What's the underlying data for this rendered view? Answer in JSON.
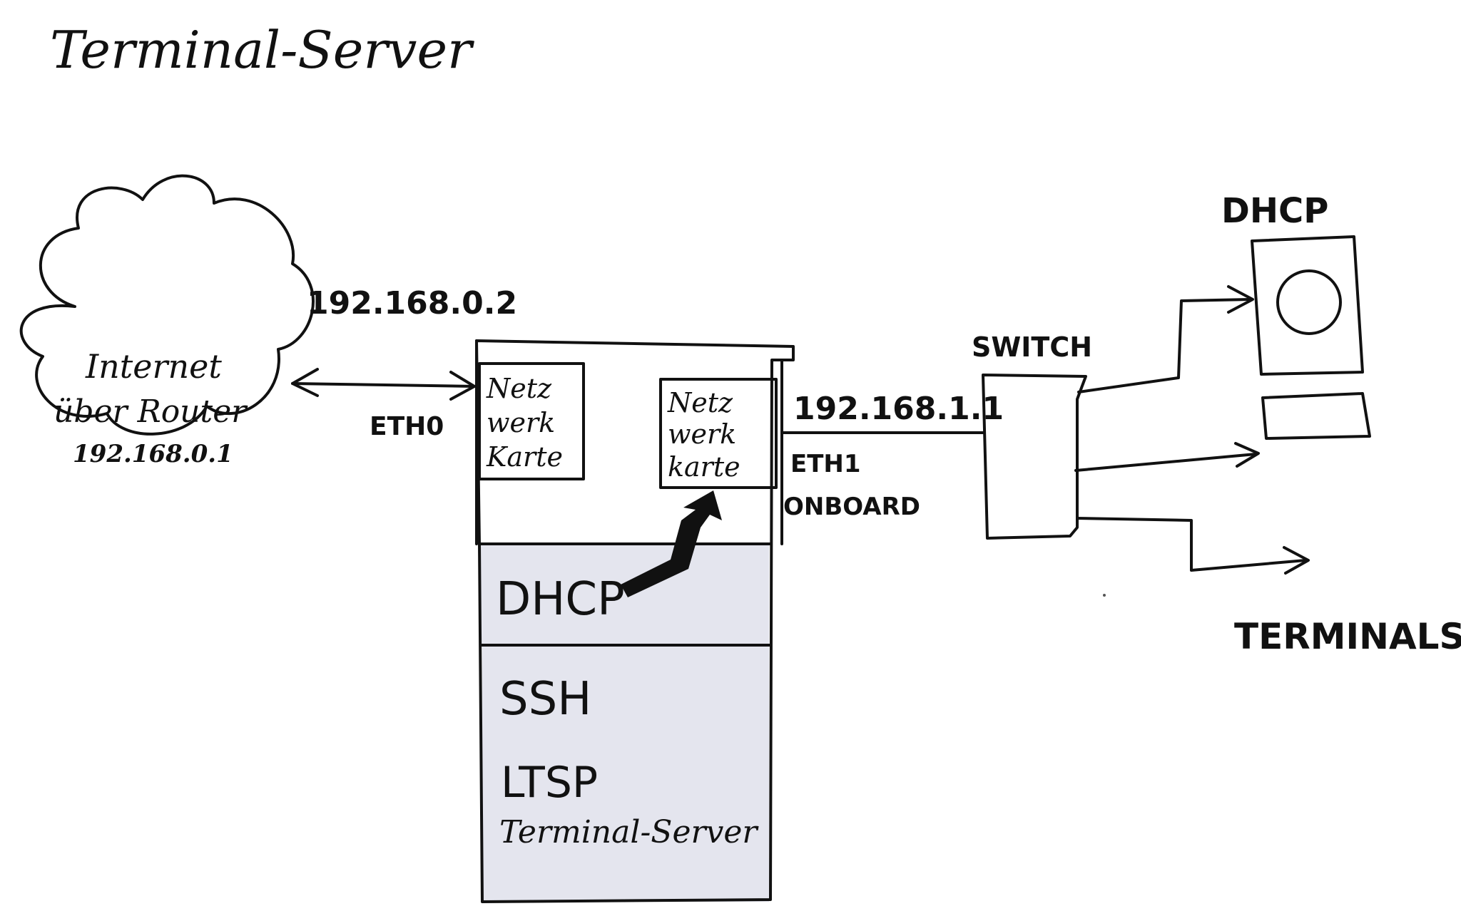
{
  "title": "Terminal-Server",
  "colors": {
    "ink": "#111111",
    "fill_gray": "#e4e5ee",
    "paper": "#ffffff"
  },
  "cloud": {
    "line1": "Internet",
    "line2": "über Router",
    "ip": "192.168.0.1"
  },
  "eth0": {
    "ip": "192.168.0.2",
    "label": "ETH0"
  },
  "eth1": {
    "ip": "192.168.1.1",
    "label1": "ETH1",
    "label2": "ONBOARD"
  },
  "server": {
    "nic_left": [
      "Netz",
      "werk",
      "Karte"
    ],
    "nic_right": [
      "Netz",
      "werk",
      "karte"
    ],
    "dhcp_label": "DHCP",
    "ssh_label": "SSH",
    "ltsp_label": "LTSP",
    "terminal_server_label": "Terminal-Server"
  },
  "switch": {
    "label": "SWITCH"
  },
  "client": {
    "dhcp_label": "DHCP"
  },
  "terminals": {
    "label": "TERMINALS"
  }
}
